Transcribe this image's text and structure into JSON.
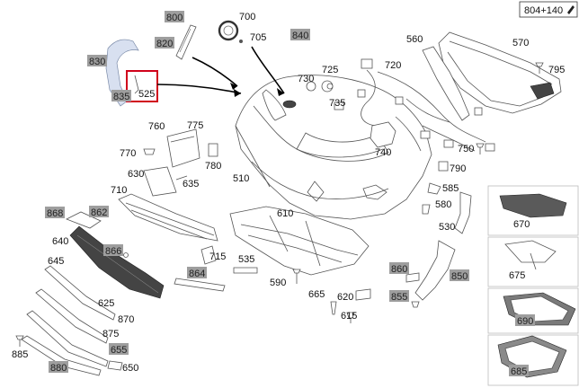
{
  "diagram": {
    "ref_code": "804+140",
    "highlight_part": "525",
    "labels": {
      "l700": "700",
      "l705": "705",
      "l720": "720",
      "l725": "725",
      "l730": "730",
      "l735": "735",
      "l740": "740",
      "l750": "750",
      "l795": "795",
      "l790": "790",
      "l560": "560",
      "l570": "570",
      "l525": "525",
      "l760": "760",
      "l775": "775",
      "l770": "770",
      "l780": "780",
      "l630": "630",
      "l635": "635",
      "l710": "710",
      "l510": "510",
      "l585": "585",
      "l580": "580",
      "l530": "530",
      "l610": "610",
      "l640": "640",
      "l715": "715",
      "l535": "535",
      "l645": "645",
      "l625": "625",
      "l590": "590",
      "l665": "665",
      "l620": "620",
      "l615": "615",
      "l870": "870",
      "l875": "875",
      "l885": "885",
      "l650": "650",
      "l670": "670",
      "l675": "675"
    },
    "boxed_labels": {
      "b800": "800",
      "b820": "820",
      "b830": "830",
      "b835": "835",
      "b840": "840",
      "b868": "868",
      "b862": "862",
      "b866": "866",
      "b864": "864",
      "b860": "860",
      "b855": "855",
      "b850": "850",
      "b655": "655",
      "b880": "880",
      "b690": "690",
      "b685": "685"
    },
    "colors": {
      "label_box": "#9e9e9e",
      "highlight": "#d0021b",
      "leader": "#000000"
    }
  }
}
